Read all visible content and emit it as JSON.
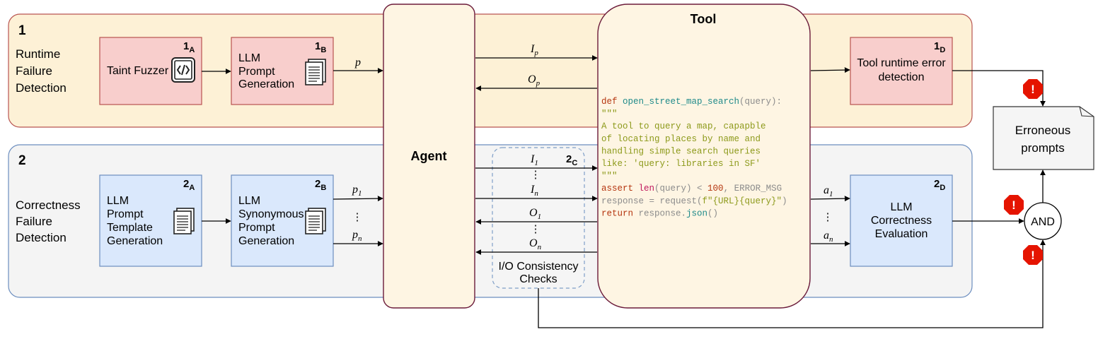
{
  "colors": {
    "band1_fill": "#fdf1d6",
    "band1_stroke": "#b85450",
    "band2_fill": "#f4f4f4",
    "band2_stroke": "#6c8ebf",
    "red_box_fill": "#f8cecc",
    "red_box_stroke": "#b85450",
    "blue_box_fill": "#dae8fc",
    "blue_box_stroke": "#6c8ebf",
    "agent_fill": "#fef5e3",
    "agent_stroke": "#6b1b3a",
    "note_fill": "#f5f5f5",
    "warning": "#e51400",
    "code_keyword": "#b5350f",
    "code_name": "#1f8a8a",
    "code_docstring": "#8d9a1b",
    "code_call": "#c0185e",
    "code_number": "#b5350f",
    "code_plain": "#8c8c8c"
  },
  "band1": {
    "number": "1",
    "label_lines": [
      "Runtime",
      "Failure",
      "Detection"
    ]
  },
  "band2": {
    "number": "2",
    "label_lines": [
      "Correctness",
      "Failure",
      "Detection"
    ]
  },
  "boxes": {
    "b1a": {
      "tag": "1",
      "tag_sub": "A",
      "label": "Taint Fuzzer",
      "icon": "code-file-icon"
    },
    "b1b": {
      "tag": "1",
      "tag_sub": "B",
      "label_lines": [
        "LLM",
        "Prompt",
        "Generation"
      ],
      "icon": "document-icon"
    },
    "b1d": {
      "tag": "1",
      "tag_sub": "D",
      "label_lines": [
        "Tool runtime error",
        "detection"
      ]
    },
    "b2a": {
      "tag": "2",
      "tag_sub": "A",
      "label_lines": [
        "LLM",
        "Prompt",
        "Template",
        "Generation"
      ],
      "icon": "document-icon"
    },
    "b2b": {
      "tag": "2",
      "tag_sub": "B",
      "label_lines": [
        "LLM",
        "Synonymous",
        "Prompt",
        "Generation"
      ],
      "icon": "document-icon"
    },
    "b2c": {
      "tag": "2",
      "tag_sub": "C",
      "label_lines": [
        "I/O Consistency",
        "Checks"
      ]
    },
    "b2d": {
      "tag": "2",
      "tag_sub": "D",
      "label_lines": [
        "LLM",
        "Correctness",
        "Evaluation"
      ]
    }
  },
  "agent": {
    "title": "Agent"
  },
  "tool": {
    "title": "Tool",
    "code": [
      [
        {
          "t": "def ",
          "c": "code_keyword"
        },
        {
          "t": "open_street_map_search",
          "c": "code_name"
        },
        {
          "t": "(query):",
          "c": "code_plain"
        }
      ],
      [
        {
          "t": "  \"\"\"",
          "c": "code_docstring"
        }
      ],
      [
        {
          "t": "  A tool to query a map, capapble",
          "c": "code_docstring"
        }
      ],
      [
        {
          "t": "  of locating places by name and",
          "c": "code_docstring"
        }
      ],
      [
        {
          "t": "  handling simple search queries",
          "c": "code_docstring"
        }
      ],
      [
        {
          "t": "  like: 'query: libraries in SF'",
          "c": "code_docstring"
        }
      ],
      [
        {
          "t": "  \"\"\"",
          "c": "code_docstring"
        }
      ],
      [
        {
          "t": "  assert ",
          "c": "code_keyword"
        },
        {
          "t": "len",
          "c": "code_call"
        },
        {
          "t": "(query) < ",
          "c": "code_plain"
        },
        {
          "t": "100",
          "c": "code_number"
        },
        {
          "t": ", ERROR_MSG",
          "c": "code_plain"
        }
      ],
      [
        {
          "t": "  response = request(",
          "c": "code_plain"
        },
        {
          "t": "f\"{URL}{query}\"",
          "c": "code_docstring"
        },
        {
          "t": ")",
          "c": "code_plain"
        }
      ],
      [
        {
          "t": "  return ",
          "c": "code_keyword"
        },
        {
          "t": "response.",
          "c": "code_plain"
        },
        {
          "t": "json",
          "c": "code_name"
        },
        {
          "t": "()",
          "c": "code_plain"
        }
      ]
    ]
  },
  "edges": {
    "p": "p",
    "Ip": {
      "base": "I",
      "sub": "p"
    },
    "Op": {
      "base": "O",
      "sub": "p"
    },
    "p1": {
      "base": "p",
      "sub": "1"
    },
    "pn": {
      "base": "p",
      "sub": "n"
    },
    "I1": {
      "base": "I",
      "sub": "1"
    },
    "In": {
      "base": "I",
      "sub": "n"
    },
    "O1": {
      "base": "O",
      "sub": "1"
    },
    "On": {
      "base": "O",
      "sub": "n"
    },
    "a1": {
      "base": "a",
      "sub": "1"
    },
    "an": {
      "base": "a",
      "sub": "n"
    },
    "vdots": "⋮"
  },
  "erroneous": {
    "label_lines": [
      "Erroneous",
      "prompts"
    ]
  },
  "and_gate": {
    "label": "AND"
  },
  "warning_symbol": "!"
}
